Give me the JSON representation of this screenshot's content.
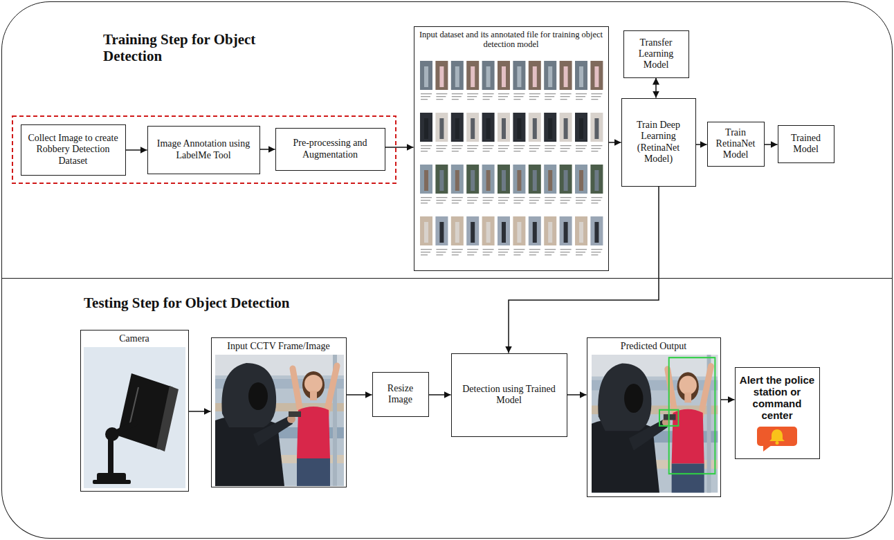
{
  "diagram": {
    "nodes": [
      {
        "text": [
          "Training Step for Object Detection"
        ]
      },
      {
        "text": [
          "Collect Image to create Robbery Detection Dataset"
        ],
        "in": 0
      },
      {
        "text": [
          "Image Annotation using LabelMe Tool"
        ],
        "in": 0
      },
      {
        "text": [
          "Pre-processing and Augmentation"
        ],
        "in": 0
      },
      {
        "text": [
          "Input dataset and its annotated file for training object detection model"
        ],
        "in": 0
      },
      {
        "text": [
          "Transfer Learning Model"
        ],
        "in": 0
      },
      {
        "text": [
          "Train Deep Learning (RetinaNet Model)"
        ],
        "in": 0
      },
      {
        "text": [
          "Train RetinaNet Model"
        ],
        "in": 0
      },
      {
        "text": [
          "Trained Model"
        ],
        "in": 0
      },
      {
        "text": [
          "Testing Step for Object Detection"
        ]
      },
      {
        "text": [
          "Camera"
        ],
        "in": 9
      },
      {
        "text": [
          "Input CCTV Frame/Image"
        ],
        "in": 9
      },
      {
        "text": [
          "Resize Image"
        ],
        "in": 9
      },
      {
        "text": [
          "Detection using Trained Model"
        ],
        "in": 9
      },
      {
        "text": [
          "Predicted Output"
        ],
        "in": 9
      },
      {
        "text": [
          "Alert the police station or command center"
        ],
        "in": 9
      }
    ],
    "edges": [
      {
        "from": 1,
        "to": 2,
        "arrow": "to"
      },
      {
        "from": 2,
        "to": 3,
        "arrow": "to"
      },
      {
        "from": 3,
        "to": 4,
        "arrow": "to"
      },
      {
        "from": 4,
        "to": 6,
        "arrow": "to"
      },
      {
        "from": 5,
        "to": 6,
        "arrow": "both"
      },
      {
        "from": 6,
        "to": 7,
        "arrow": "to"
      },
      {
        "from": 7,
        "to": 8,
        "arrow": "to"
      },
      {
        "from": 6,
        "to": 13,
        "arrow": "to"
      },
      {
        "from": 10,
        "to": 11,
        "arrow": "to"
      },
      {
        "from": 11,
        "to": 12,
        "arrow": "to"
      },
      {
        "from": 12,
        "to": 13,
        "arrow": "to"
      },
      {
        "from": 13,
        "to": 14,
        "arrow": "to"
      },
      {
        "from": 14,
        "to": 15,
        "arrow": "to"
      }
    ]
  }
}
